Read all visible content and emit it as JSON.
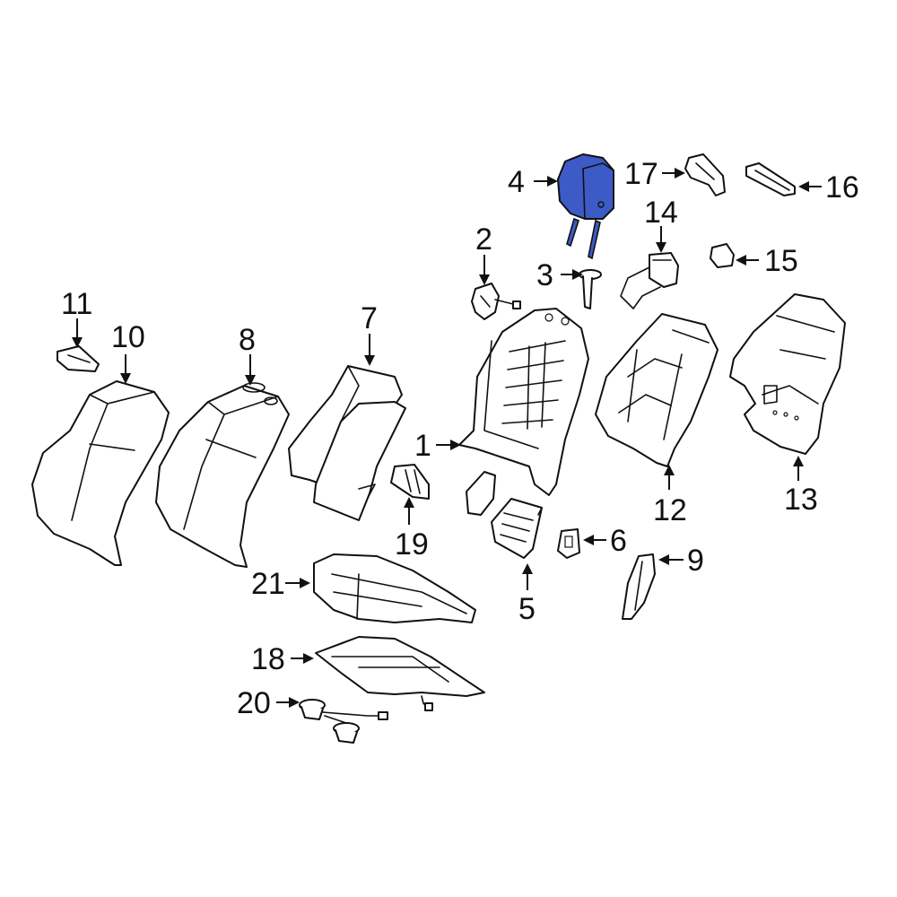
{
  "labels": {
    "l1": "1",
    "l2": "2",
    "l3": "3",
    "l4": "4",
    "l5": "5",
    "l6": "6",
    "l7": "7",
    "l8": "8",
    "l9": "9",
    "l10": "10",
    "l11": "11",
    "l12": "12",
    "l13": "13",
    "l14": "14",
    "l15": "15",
    "l16": "16",
    "l17": "17",
    "l18": "18",
    "l19": "19",
    "l20": "20",
    "l21": "21"
  },
  "colors": {
    "highlight": "#3d5bc7",
    "line": "#111111",
    "background": "#ffffff"
  },
  "highlighted_part": "4"
}
